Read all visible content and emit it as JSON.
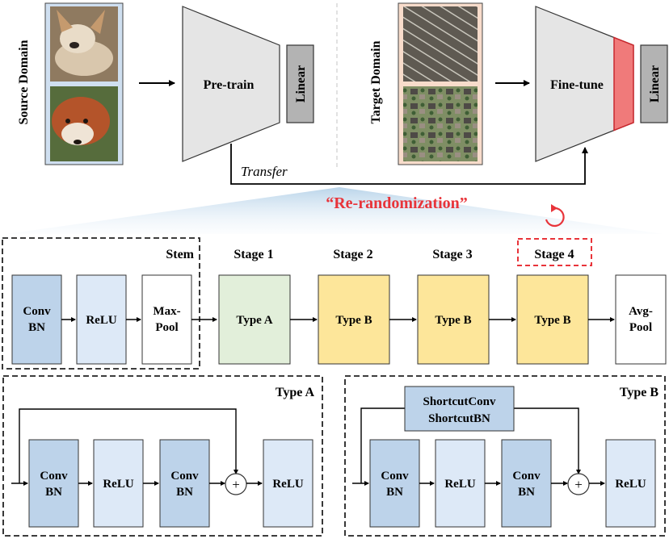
{
  "top": {
    "source_domain": "Source Domain",
    "target_domain": "Target Domain",
    "pretrain": "Pre-train",
    "finetune": "Fine-tune",
    "linear_left": "Linear",
    "linear_right": "Linear",
    "transfer": "Transfer"
  },
  "rerandomization": "“Re-randomization”",
  "stages": {
    "stem": "Stem",
    "stage1": "Stage 1",
    "stage2": "Stage 2",
    "stage3": "Stage 3",
    "stage4": "Stage 4"
  },
  "blocks": {
    "conv": "Conv",
    "bn": "BN",
    "relu": "ReLU",
    "max": "Max-",
    "pool": "Pool",
    "avg": "Avg-",
    "type_a": "Type A",
    "type_b": "Type B"
  },
  "type_a": {
    "title": "Type A",
    "conv": "Conv",
    "bn": "BN",
    "relu": "ReLU",
    "plus": "+"
  },
  "type_b": {
    "title": "Type B",
    "shortcut_conv": "ShortcutConv",
    "shortcut_bn": "ShortcutBN",
    "conv": "Conv",
    "bn": "BN",
    "relu": "ReLU",
    "plus": "+"
  },
  "colors": {
    "conv": "#bdd3ea",
    "relu": "#dde9f7",
    "type_a": "#e2efda",
    "type_b": "#fde69a",
    "highlight": "#e8343a",
    "frozen": "#f07a7a"
  }
}
